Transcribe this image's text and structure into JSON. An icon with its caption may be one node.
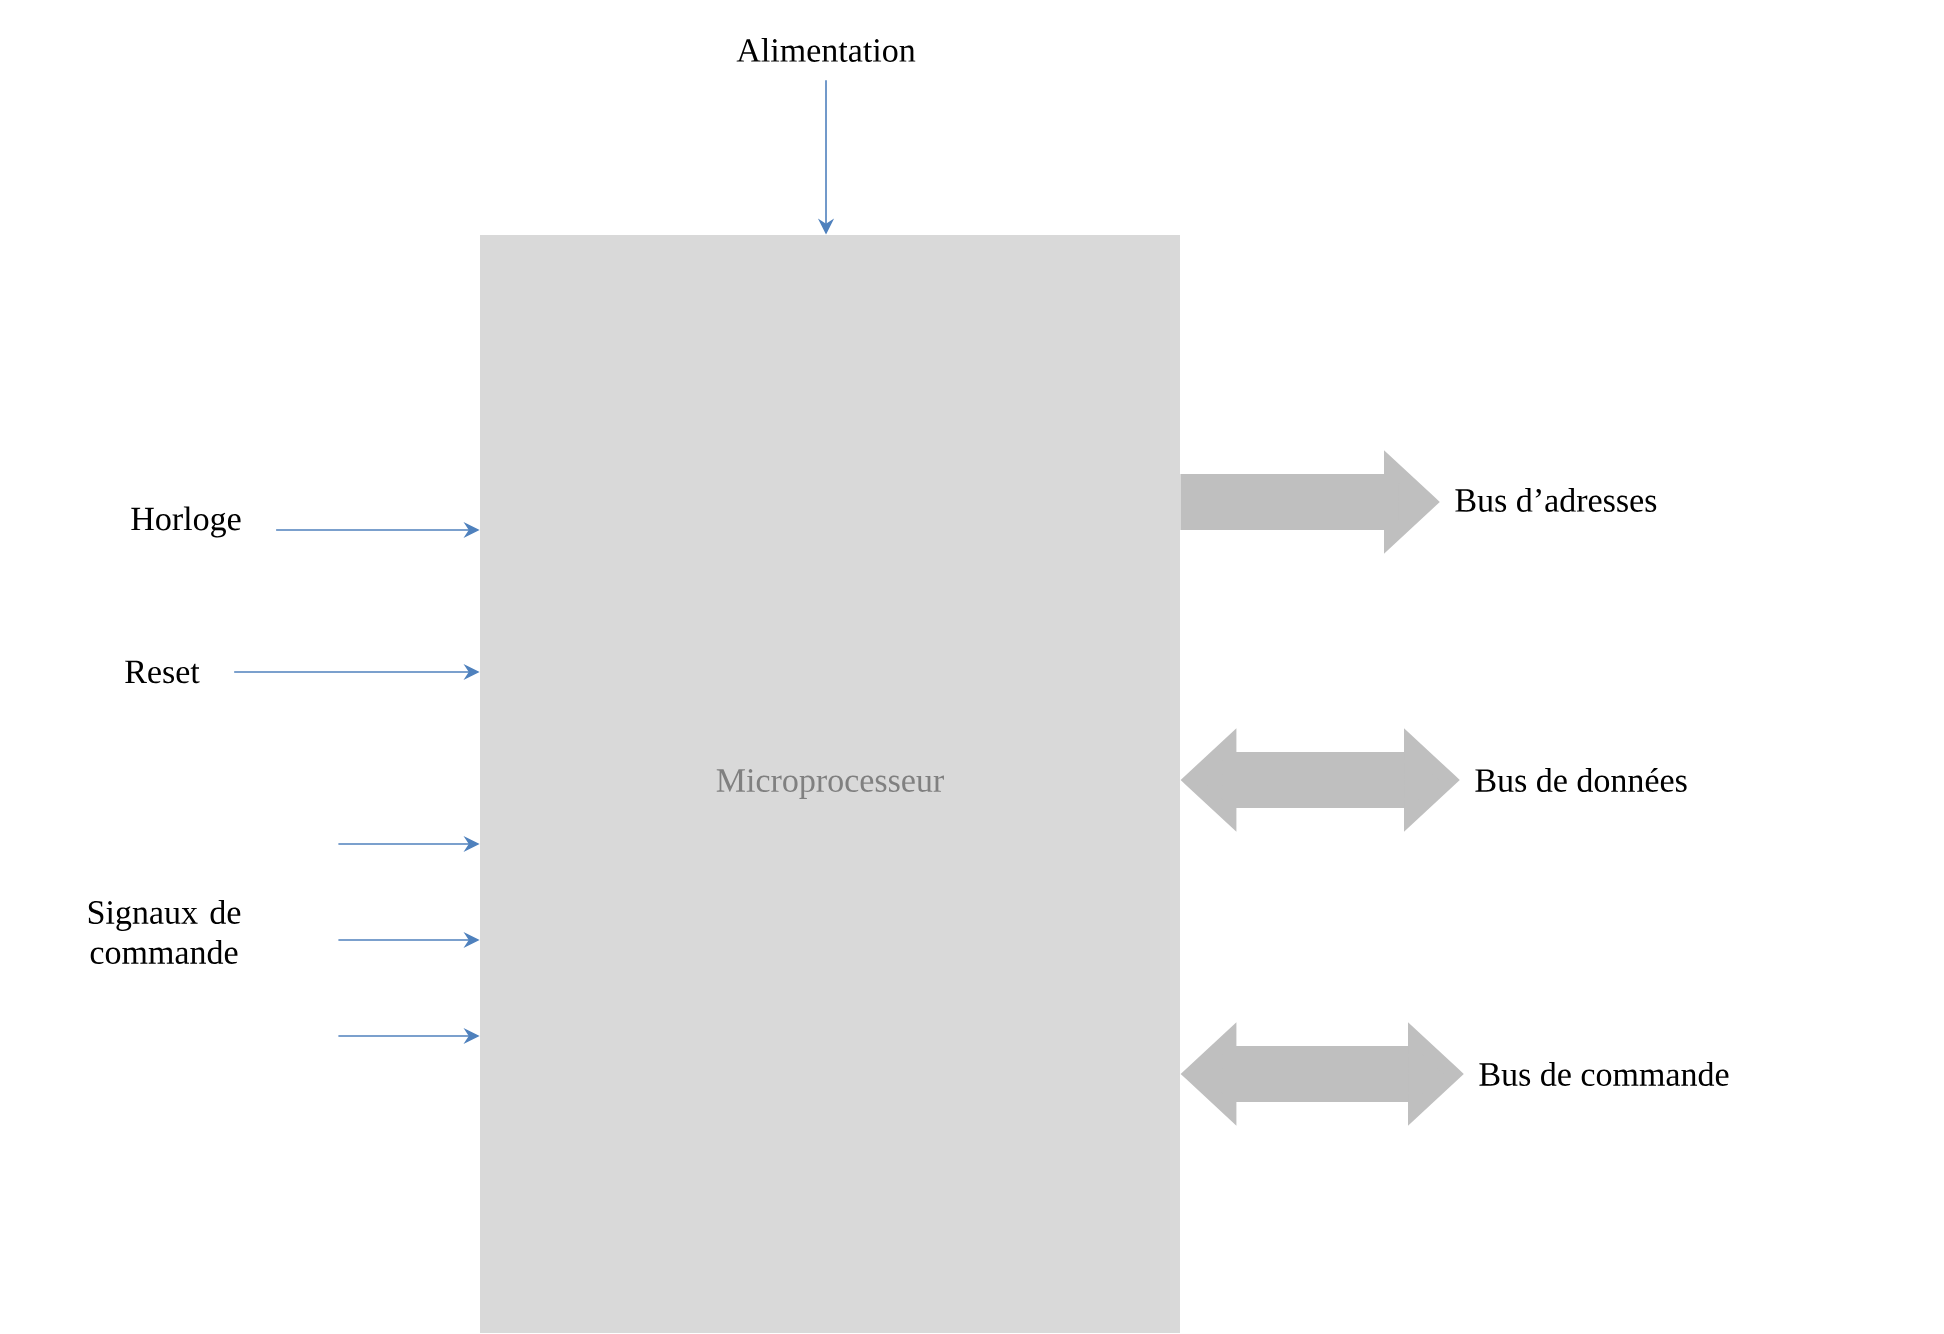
{
  "diagram": {
    "nodes": [
      {
        "text": [
          "Microprocesseur"
        ]
      },
      {
        "text": [
          "Alimentation"
        ]
      },
      {
        "text": [
          "Horloge"
        ]
      },
      {
        "text": [
          "Reset"
        ]
      },
      {
        "text": [
          "Signaux de commande"
        ]
      },
      {
        "text": [
          "Bus d’adresses"
        ]
      },
      {
        "text": [
          "Bus de données"
        ]
      },
      {
        "text": [
          "Bus de commande"
        ]
      }
    ],
    "edges": [
      {
        "from": 1,
        "to": 0,
        "arrow": "to"
      },
      {
        "from": 2,
        "to": 0,
        "arrow": "to"
      },
      {
        "from": 3,
        "to": 0,
        "arrow": "to"
      },
      {
        "from": 4,
        "to": 0,
        "arrow": "to"
      },
      {
        "from": 4,
        "to": 0,
        "arrow": "to"
      },
      {
        "from": 4,
        "to": 0,
        "arrow": "to"
      },
      {
        "from": 0,
        "to": 5,
        "arrow": "to",
        "style": "thick",
        "color": "#bfbfbf"
      },
      {
        "from": 0,
        "to": 6,
        "arrow": "both",
        "style": "thick",
        "color": "#bfbfbf"
      },
      {
        "from": 0,
        "to": 7,
        "arrow": "both",
        "style": "thick",
        "color": "#bfbfbf"
      }
    ]
  }
}
